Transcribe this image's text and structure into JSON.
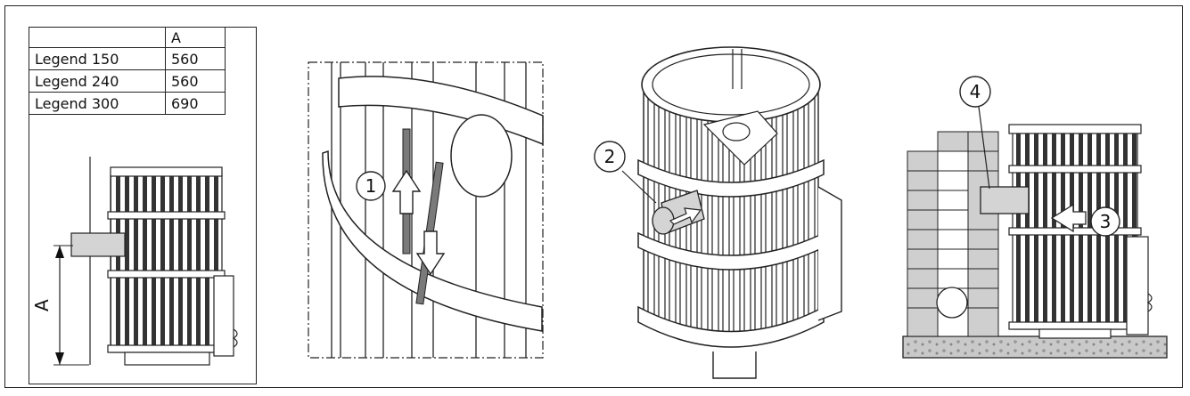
{
  "table": {
    "header": [
      "",
      "A"
    ],
    "rows": [
      {
        "model": "Legend 150",
        "a": "560"
      },
      {
        "model": "Legend 240",
        "a": "560"
      },
      {
        "model": "Legend 300",
        "a": "690"
      }
    ]
  },
  "dimension_label": "A",
  "callouts": [
    "1",
    "2",
    "3",
    "4"
  ],
  "colors": {
    "line": "#1a1a1a",
    "fill_grey": "#d4d4d4",
    "stone": "#cfcfcf",
    "floor": "#bdbdbd"
  }
}
